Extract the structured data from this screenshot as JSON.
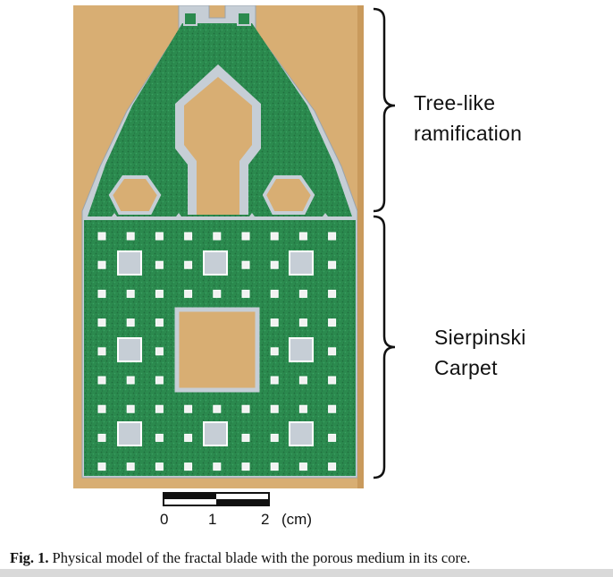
{
  "labels": {
    "tree": "Tree-like\nramification",
    "sierpinski": "Sierpinski\nCarpet"
  },
  "scale_bar": {
    "tick_0": "0",
    "tick_1": "1",
    "tick_2": "2",
    "unit": "(cm)"
  },
  "caption": {
    "figure_label": "Fig. 1.",
    "text": "Physical model of the fractal blade with the porous medium in its core."
  },
  "colors": {
    "background_wood": "#d8ae73",
    "foam_green": "#2b8a4e",
    "foam_dark": "#1f6e3d",
    "aluminum": "#c6ced6",
    "hole_white": "#f2f2f2"
  }
}
